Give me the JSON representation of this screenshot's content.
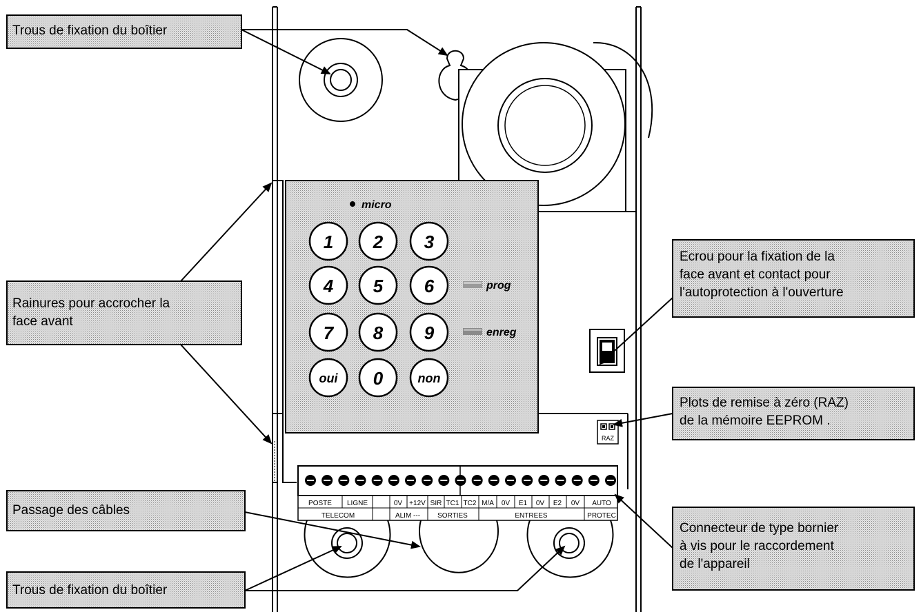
{
  "callouts": {
    "trous_top": [
      "Trous de fixation du boîtier"
    ],
    "rainures": [
      "Rainures pour accrocher la",
      "face avant"
    ],
    "passage": [
      "Passage des câbles"
    ],
    "trous_bottom": [
      "Trous de fixation du boîtier"
    ],
    "ecrou": [
      "Ecrou pour la fixation de la",
      "face avant et contact pour",
      "l'autoprotection à l'ouverture"
    ],
    "plots": [
      "Plots de remise à zéro (RAZ)",
      "de la mémoire EEPROM ."
    ],
    "connecteur": [
      "Connecteur de type bornier",
      "à vis pour le raccordement",
      "de l'appareil"
    ]
  },
  "keypad": {
    "micro_label": "micro",
    "keys": [
      "1",
      "2",
      "3",
      "4",
      "5",
      "6",
      "7",
      "8",
      "9",
      "oui",
      "0",
      "non"
    ],
    "prog_label": "prog",
    "enreg_label": "enreg"
  },
  "raz_label": "RAZ",
  "terminal": {
    "top_labels": [
      "POSTE",
      "LIGNE",
      "0V",
      "+12V",
      "SIR",
      "TC1",
      "TC2",
      "M/A",
      "0V",
      "E1",
      "0V",
      "E2",
      "0V",
      "AUTO"
    ],
    "group_labels": [
      "TELECOM",
      "ALIM ---",
      "SORTIES",
      "ENTREES",
      "PROTEC"
    ],
    "screw_count": 19
  },
  "colors": {
    "callout_fill": "#d6d6d6",
    "line": "#000000",
    "background": "#ffffff"
  }
}
